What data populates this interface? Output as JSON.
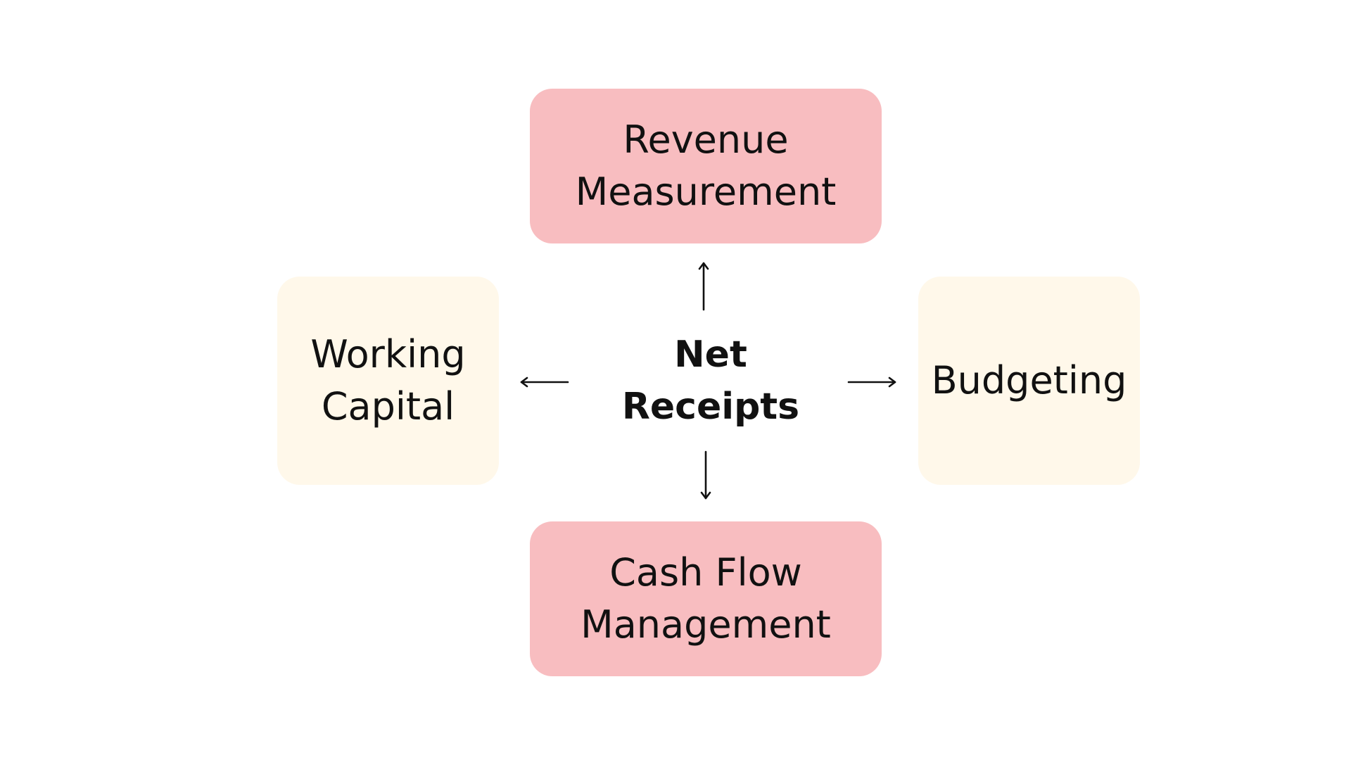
{
  "diagram": {
    "center": {
      "label": "Net\nReceipts"
    },
    "nodes": {
      "top": {
        "label": "Revenue\nMeasurement",
        "color": "#F8BDC0"
      },
      "bottom": {
        "label": "Cash Flow\nManagement",
        "color": "#F8BDC0"
      },
      "left": {
        "label": "Working\nCapital",
        "color": "#FFF8EA"
      },
      "right": {
        "label": "Budgeting",
        "color": "#FFF8EA"
      }
    },
    "edges": [
      {
        "from": "center",
        "to": "top"
      },
      {
        "from": "center",
        "to": "bottom"
      },
      {
        "from": "center",
        "to": "left"
      },
      {
        "from": "center",
        "to": "right"
      }
    ],
    "arrow_color": "#111111"
  }
}
